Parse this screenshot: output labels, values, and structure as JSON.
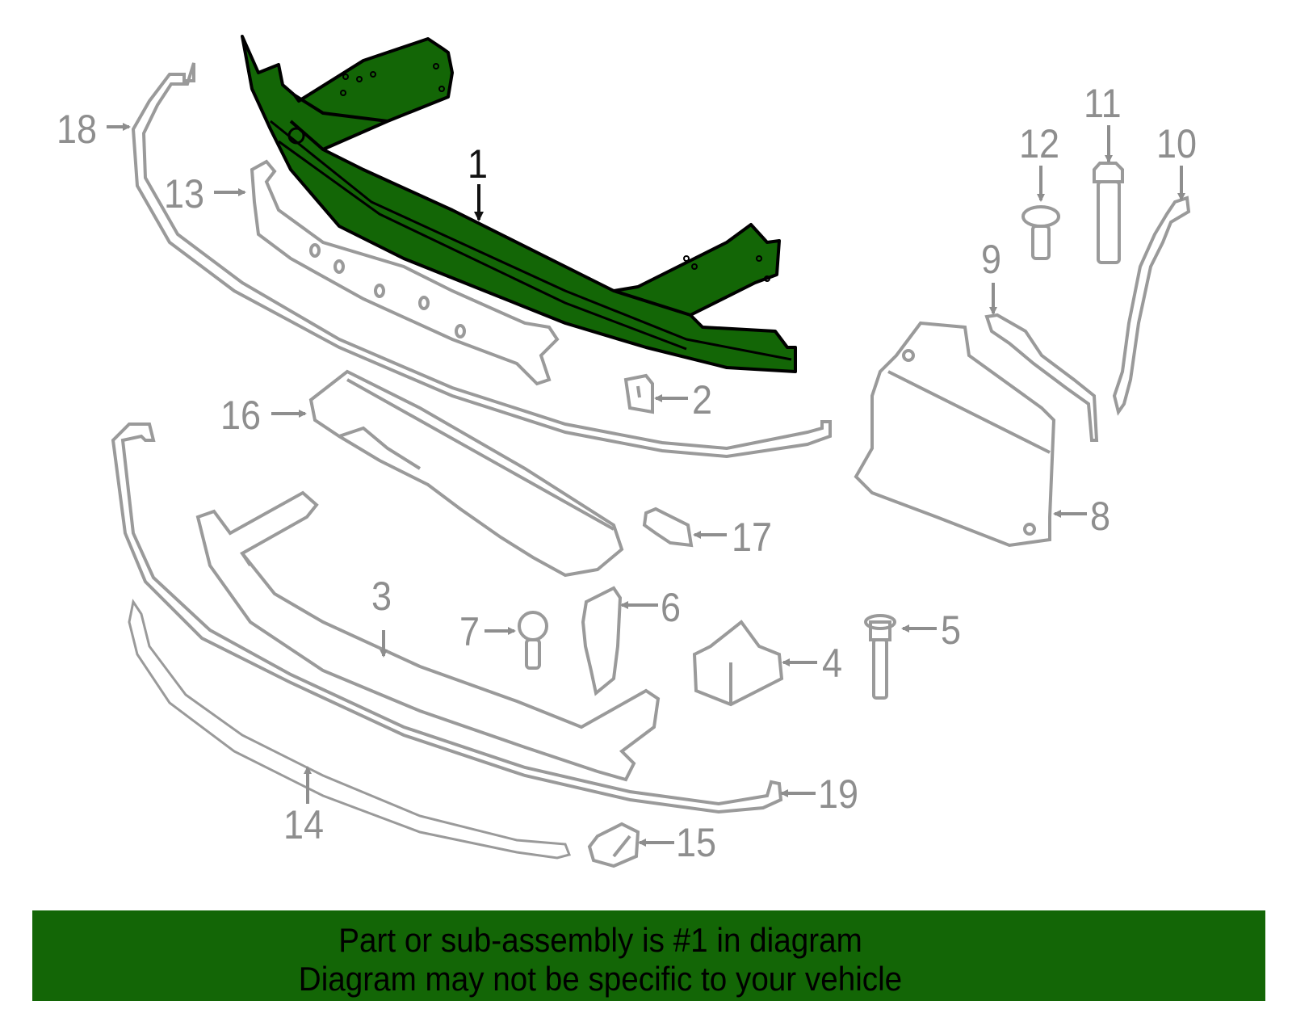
{
  "diagram": {
    "highlighted_part": "1",
    "highlight_color": "#136606",
    "outline_color": "#9a9a9a",
    "callouts": [
      {
        "id": "1",
        "label": "1"
      },
      {
        "id": "2",
        "label": "2"
      },
      {
        "id": "3",
        "label": "3"
      },
      {
        "id": "4",
        "label": "4"
      },
      {
        "id": "5",
        "label": "5"
      },
      {
        "id": "6",
        "label": "6"
      },
      {
        "id": "7",
        "label": "7"
      },
      {
        "id": "8",
        "label": "8"
      },
      {
        "id": "9",
        "label": "9"
      },
      {
        "id": "10",
        "label": "10"
      },
      {
        "id": "11",
        "label": "11"
      },
      {
        "id": "12",
        "label": "12"
      },
      {
        "id": "13",
        "label": "13"
      },
      {
        "id": "14",
        "label": "14"
      },
      {
        "id": "15",
        "label": "15"
      },
      {
        "id": "16",
        "label": "16"
      },
      {
        "id": "17",
        "label": "17"
      },
      {
        "id": "18",
        "label": "18"
      },
      {
        "id": "19",
        "label": "19"
      }
    ]
  },
  "banner": {
    "line1": "Part or sub-assembly is #1 in diagram",
    "line2": "Diagram may not be specific to your vehicle",
    "background": "#136606"
  }
}
